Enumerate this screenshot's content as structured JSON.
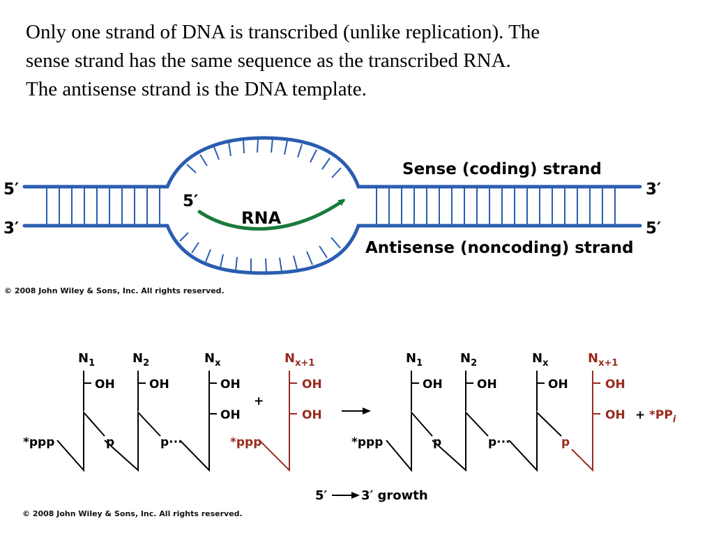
{
  "slide": {
    "line1": "Only one strand of DNA is transcribed (unlike replication). The",
    "line2": "sense strand has the same sequence as the transcribed RNA.",
    "line3": "The antisense strand is the DNA template."
  },
  "bubble": {
    "top_left_end": "5′",
    "bottom_left_end": "3′",
    "top_right_end": "3′",
    "bottom_right_end": "5′",
    "rna_5prime": "5′",
    "rna_label": "RNA",
    "sense_label": "Sense (coding) strand",
    "antisense_label": "Antisense (noncoding) strand",
    "copyright": "© 2008 John Wiley & Sons, Inc. All rights reserved.",
    "colors": {
      "dna": "#2a5db0",
      "rna": "#1a7a3a"
    }
  },
  "reaction": {
    "left": {
      "n1": "N",
      "n1_sub": "1",
      "n2": "N",
      "n2_sub": "2",
      "nx": "N",
      "nx_sub": "x",
      "nx1": "N",
      "nx1_sub": "x+1",
      "oh": "OH",
      "plus": "+",
      "ppp": "*ppp",
      "p": "p",
      "p_dots": "p···",
      "red_ppp": "*ppp"
    },
    "right": {
      "n1": "N",
      "n1_sub": "1",
      "n2": "N",
      "n2_sub": "2",
      "nx": "N",
      "nx_sub": "x",
      "nx1": "N",
      "nx1_sub": "x+1",
      "oh": "OH",
      "plus": "+",
      "ppi": "*PP",
      "ppi_sub": "i",
      "ppp": "*ppp",
      "p": "p",
      "p_dots": "p···",
      "red_p": "p"
    },
    "growth": {
      "start": "5′",
      "end": "3′ growth"
    },
    "copyright": "© 2008 John Wiley & Sons, Inc. All rights reserved.",
    "colors": {
      "black": "#000000",
      "red": "#9a2a1e"
    }
  }
}
